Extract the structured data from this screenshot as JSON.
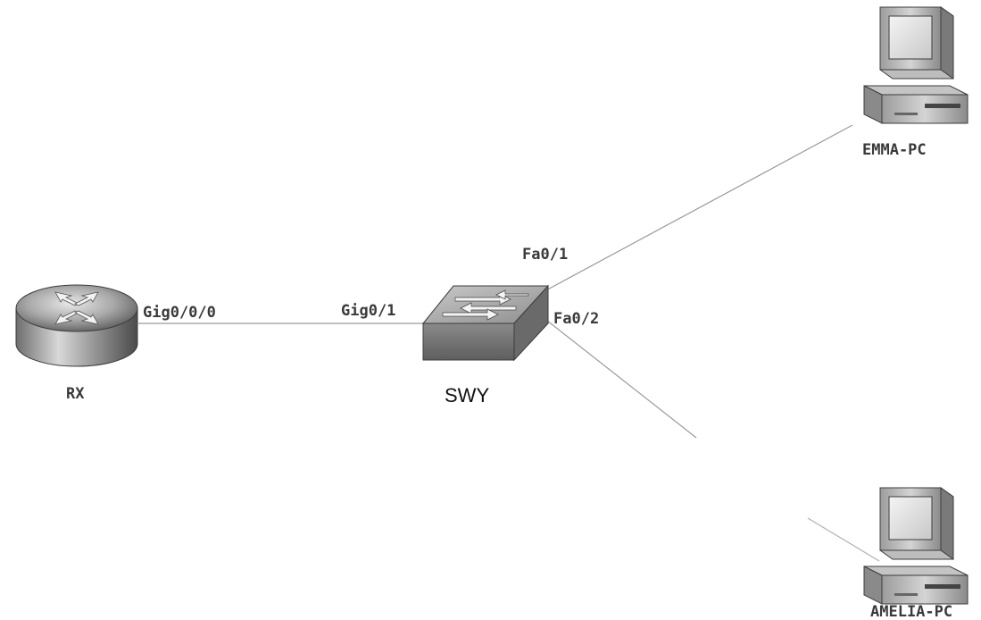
{
  "devices": {
    "router": {
      "name": "RX",
      "icon": "router-icon"
    },
    "switch": {
      "name": "SWY",
      "icon": "switch-icon"
    },
    "pc1": {
      "name": "EMMA-PC",
      "icon": "pc-icon"
    },
    "pc2": {
      "name": "AMELIA-PC",
      "icon": "pc-icon"
    }
  },
  "links": {
    "router_switch": {
      "a_port": "Gig0/0/0",
      "b_port": "Gig0/1"
    },
    "switch_pc1": {
      "a_port": "Fa0/1"
    },
    "switch_pc2": {
      "a_port": "Fa0/2"
    }
  }
}
